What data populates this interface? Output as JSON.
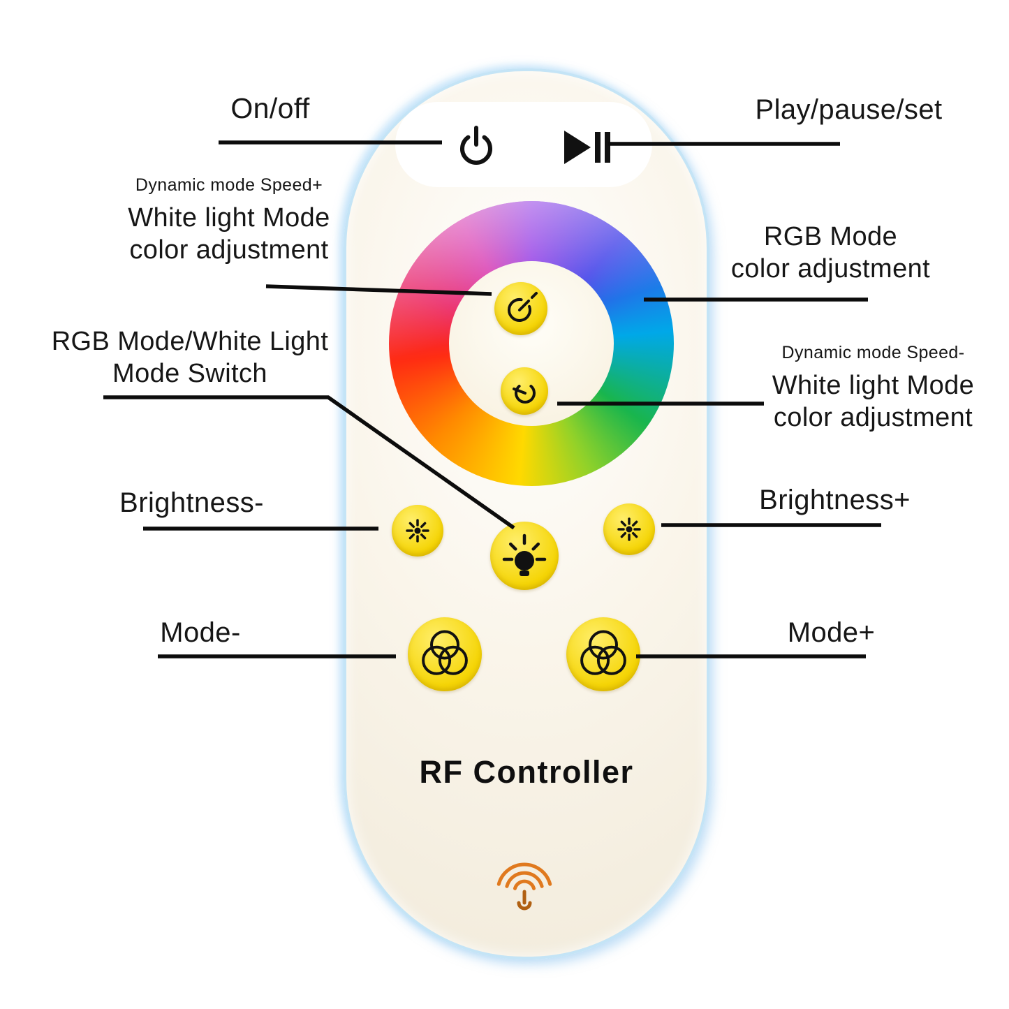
{
  "page": {
    "background": "#ffffff"
  },
  "remote": {
    "brand_label": "RF Controller",
    "body_color": "#f8f3e7",
    "edge_color": "#c4e4f6",
    "button_color": "#f5d506"
  },
  "annotations": {
    "on_off": "On/off",
    "play_pause_set": "Play/pause/set",
    "speed_plus": {
      "small": "Dynamic mode Speed+",
      "line1": "White light Mode",
      "line2": "color adjustment"
    },
    "rgb_mode": {
      "line1": "RGB Mode",
      "line2": "color adjustment"
    },
    "mode_switch": {
      "line1": "RGB Mode/White Light",
      "line2": "Mode Switch"
    },
    "speed_minus": {
      "small": "Dynamic mode Speed-",
      "line1": "White light Mode",
      "line2": "color adjustment"
    },
    "brightness_minus": "Brightness-",
    "brightness_plus": "Brightness+",
    "mode_minus": "Mode-",
    "mode_plus": "Mode+"
  },
  "icons": {
    "power": "power-icon",
    "play_pause": "play-pause-icon",
    "speed_plus_dial": "dial-plus-icon",
    "speed_minus_dial": "dial-minus-icon",
    "brightness": "sun-icon",
    "mode_switch_lamp": "lamp-icon",
    "mode": "rgb-circles-icon",
    "touch": "touch-wireless-icon"
  },
  "colors": {
    "leader_line": "#0c0c0c",
    "accent_orange": "#e0791e",
    "ring_hues": [
      "#8a2be2",
      "#4040e8",
      "#00a8e8",
      "#19b54d",
      "#8fd12a",
      "#ffd900",
      "#ff8a00",
      "#ff2d12",
      "#e8175d",
      "#d323a8"
    ]
  }
}
